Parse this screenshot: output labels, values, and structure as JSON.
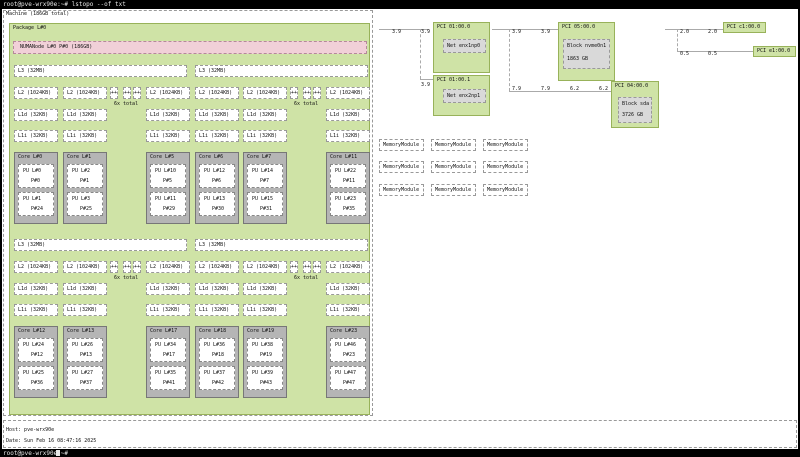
{
  "terminal": {
    "title": "root@pve-wrx90e:~# lstopo --of txt",
    "prompt": "root@pve-wrx90e:~#"
  },
  "machine": {
    "label": "Machine (186GB total)",
    "package": "Package L#0",
    "numa": "NUMANode L#0 P#0 (186GB)",
    "l3_label": "L3 (32MB)",
    "l2_label": "L2 (1024KB)",
    "l1d_label": "L1d (32KB)",
    "l1i_label": "L1i (32KB)",
    "ellipsis": "++",
    "six_total": "6x total"
  },
  "cores_top": [
    {
      "core": "Core L#0",
      "pu1": "PU L#0",
      "p1": "P#0",
      "pu2": "PU L#1",
      "p2": "P#24"
    },
    {
      "core": "Core L#1",
      "pu1": "PU L#2",
      "p1": "P#1",
      "pu2": "PU L#3",
      "p2": "P#25"
    },
    {
      "core": "Core L#5",
      "pu1": "PU L#10",
      "p1": "P#5",
      "pu2": "PU L#11",
      "p2": "P#29"
    },
    {
      "core": "Core L#6",
      "pu1": "PU L#12",
      "p1": "P#6",
      "pu2": "PU L#13",
      "p2": "P#30"
    },
    {
      "core": "Core L#7",
      "pu1": "PU L#14",
      "p1": "P#7",
      "pu2": "PU L#15",
      "p2": "P#31"
    },
    {
      "core": "Core L#11",
      "pu1": "PU L#22",
      "p1": "P#11",
      "pu2": "PU L#23",
      "p2": "P#35"
    }
  ],
  "cores_bottom": [
    {
      "core": "Core L#12",
      "pu1": "PU L#24",
      "p1": "P#12",
      "pu2": "PU L#25",
      "p2": "P#36"
    },
    {
      "core": "Core L#13",
      "pu1": "PU L#26",
      "p1": "P#13",
      "pu2": "PU L#27",
      "p2": "P#37"
    },
    {
      "core": "Core L#17",
      "pu1": "PU L#34",
      "p1": "P#17",
      "pu2": "PU L#35",
      "p2": "P#41"
    },
    {
      "core": "Core L#18",
      "pu1": "PU L#36",
      "p1": "P#18",
      "pu2": "PU L#37",
      "p2": "P#42"
    },
    {
      "core": "Core L#19",
      "pu1": "PU L#38",
      "p1": "P#19",
      "pu2": "PU L#39",
      "p2": "P#43"
    },
    {
      "core": "Core L#23",
      "pu1": "PU L#46",
      "p1": "P#23",
      "pu2": "PU L#47",
      "p2": "P#47"
    }
  ],
  "memory_module": "MemoryModule",
  "pci": {
    "p1": "PCI 01:00.0",
    "p1_net": "Net enx1np0",
    "p2": "PCI 01:00.1",
    "p2_net": "Net enx2np1",
    "p3": "PCI 05:00.0",
    "p3_dev": "Block nvme0n1",
    "p3_size": "1863 GB",
    "p4": "PCI 04:00.0",
    "p4_dev": "Block sda",
    "p4_size": "3726 GB",
    "p5": "PCI c1:00.0",
    "p6": "PCI e1:00.0",
    "bw_39": "3.9",
    "bw_79": "7.9",
    "bw_62": "6.2",
    "bw_20": "2.0",
    "bw_05": "0.5"
  },
  "footer": {
    "host": "Host: pve-wrx90e",
    "date": "Date: Sun Feb 16 08:47:16 2025"
  }
}
